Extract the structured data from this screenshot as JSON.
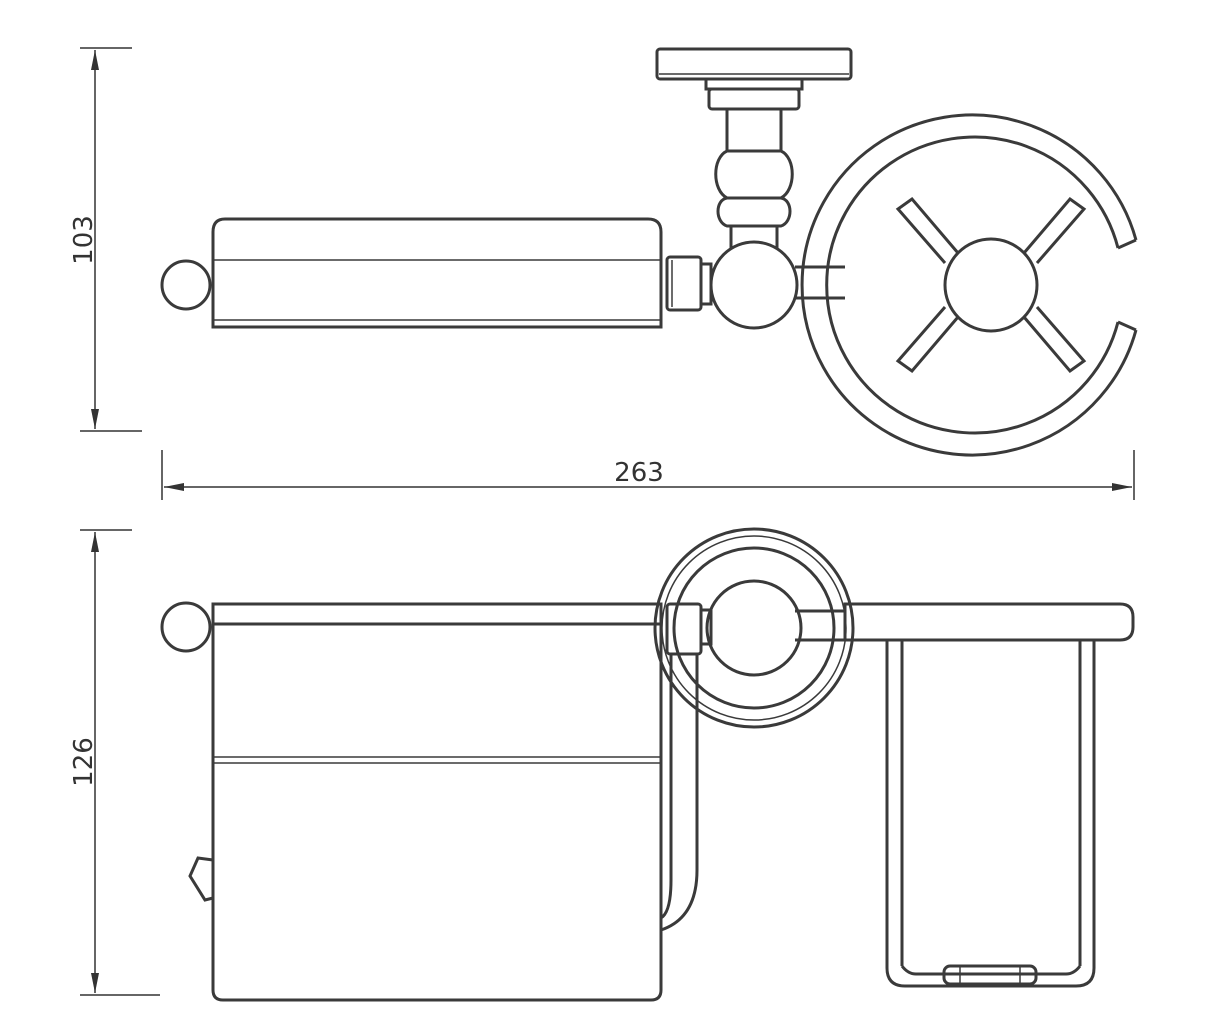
{
  "dimensions": {
    "top_height": "103",
    "width": "263",
    "bottom_height": "126"
  },
  "colors": {
    "line": "#3a3a3a",
    "background": "#ffffff"
  }
}
